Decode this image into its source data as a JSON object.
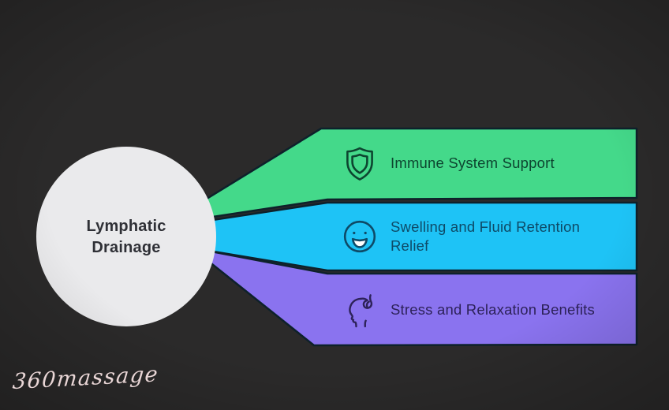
{
  "theme": {
    "bg": "#2b2a2a",
    "outline": "#0e212b",
    "circle_fill": "#eaeaec",
    "circle_text": "#2f3036",
    "watermark_color": "#e9d6d6"
  },
  "center_node": {
    "label": "Lymphatic Drainage",
    "lines": [
      "Lymphatic",
      "Drainage"
    ]
  },
  "branches": [
    {
      "label": "Immune System Support",
      "icon": "shield-icon",
      "fill": "#44d98a",
      "text_color": "#0d4530"
    },
    {
      "label": "Swelling and Fluid Retention Relief",
      "icon": "smiley-face-icon",
      "fill": "#1ec3f6",
      "text_color": "#0e4a67"
    },
    {
      "label": "Stress and Relaxation Benefits",
      "icon": "head-profile-hand-icon",
      "fill": "#8a73ef",
      "text_color": "#2d2259"
    }
  ],
  "watermark": {
    "text": "360massage"
  }
}
